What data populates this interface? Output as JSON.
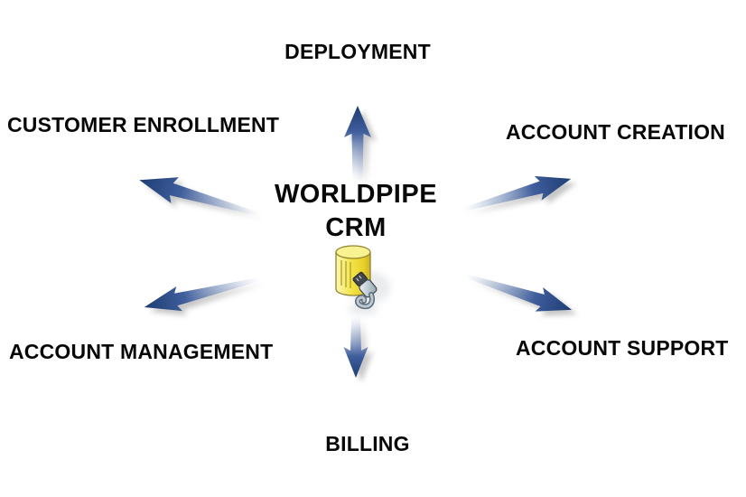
{
  "diagram": {
    "type": "hub-and-spoke",
    "hub": {
      "label_line1": "WORLDPIPE",
      "label_line2": "CRM",
      "icon": "database-connection-icon"
    },
    "spokes": [
      {
        "label": "DEPLOYMENT",
        "direction": "up"
      },
      {
        "label": "ACCOUNT CREATION",
        "direction": "up-right"
      },
      {
        "label": "ACCOUNT SUPPORT",
        "direction": "down-right"
      },
      {
        "label": "BILLING",
        "direction": "down"
      },
      {
        "label": "ACCOUNT MANAGEMENT",
        "direction": "down-left"
      },
      {
        "label": "CUSTOMER ENROLLMENT",
        "direction": "up-left"
      }
    ],
    "colors": {
      "arrow_head": "#1e3d73",
      "arrow_mid": "#3f5e9c",
      "arrow_tail": "#b6c3dc",
      "text": "#070707",
      "background": "#ffffff",
      "database_yellow": "#f3e44a",
      "plug_gray": "#8fa2b0"
    }
  }
}
